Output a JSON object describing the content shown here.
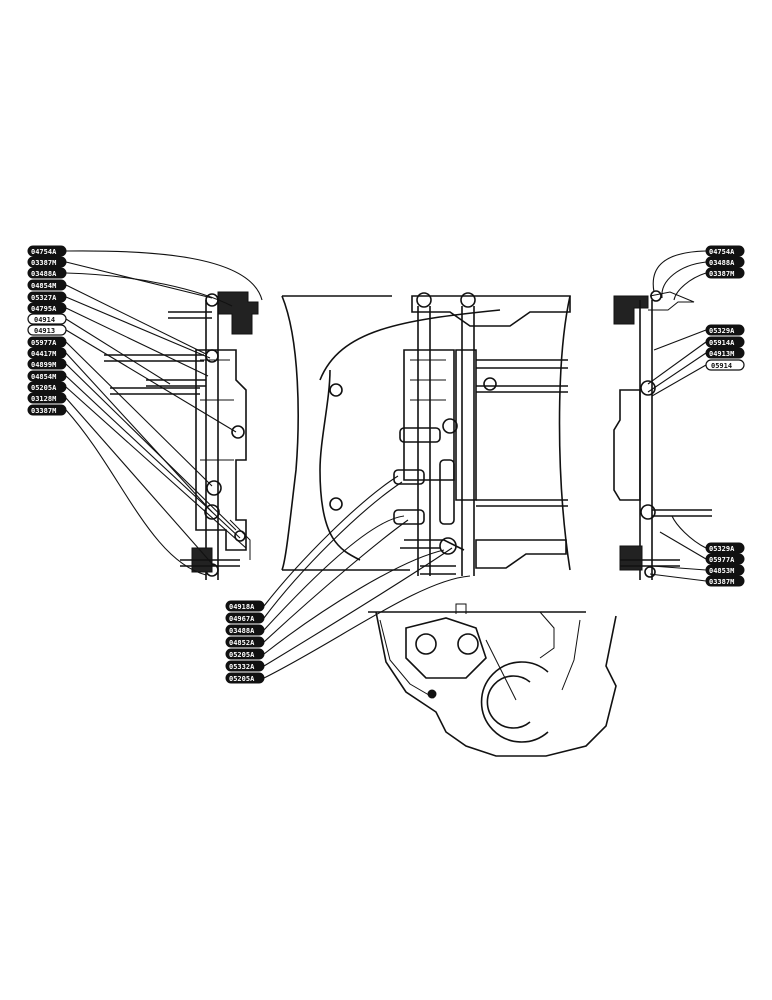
{
  "callouts": {
    "left": [
      "04754A",
      "03387M",
      "03488A",
      "04854M",
      "05327A",
      "04795A",
      "04914",
      "04913",
      "05977A",
      "04417M",
      "04899M",
      "04854M",
      "05205A",
      "03128M",
      "03387M"
    ],
    "right": [
      "04754A",
      "03488A",
      "03387M",
      "05329A",
      "05914A",
      "04913M",
      "05914"
    ],
    "right_lower": [
      "05329A",
      "05977A",
      "04853M",
      "03387M"
    ],
    "bottom_center": [
      "04918A",
      "04967A",
      "03488A",
      "04852A",
      "05205A",
      "05332A",
      "05205A"
    ]
  },
  "colors": {
    "ink": "#111111",
    "paper": "#ffffff"
  }
}
